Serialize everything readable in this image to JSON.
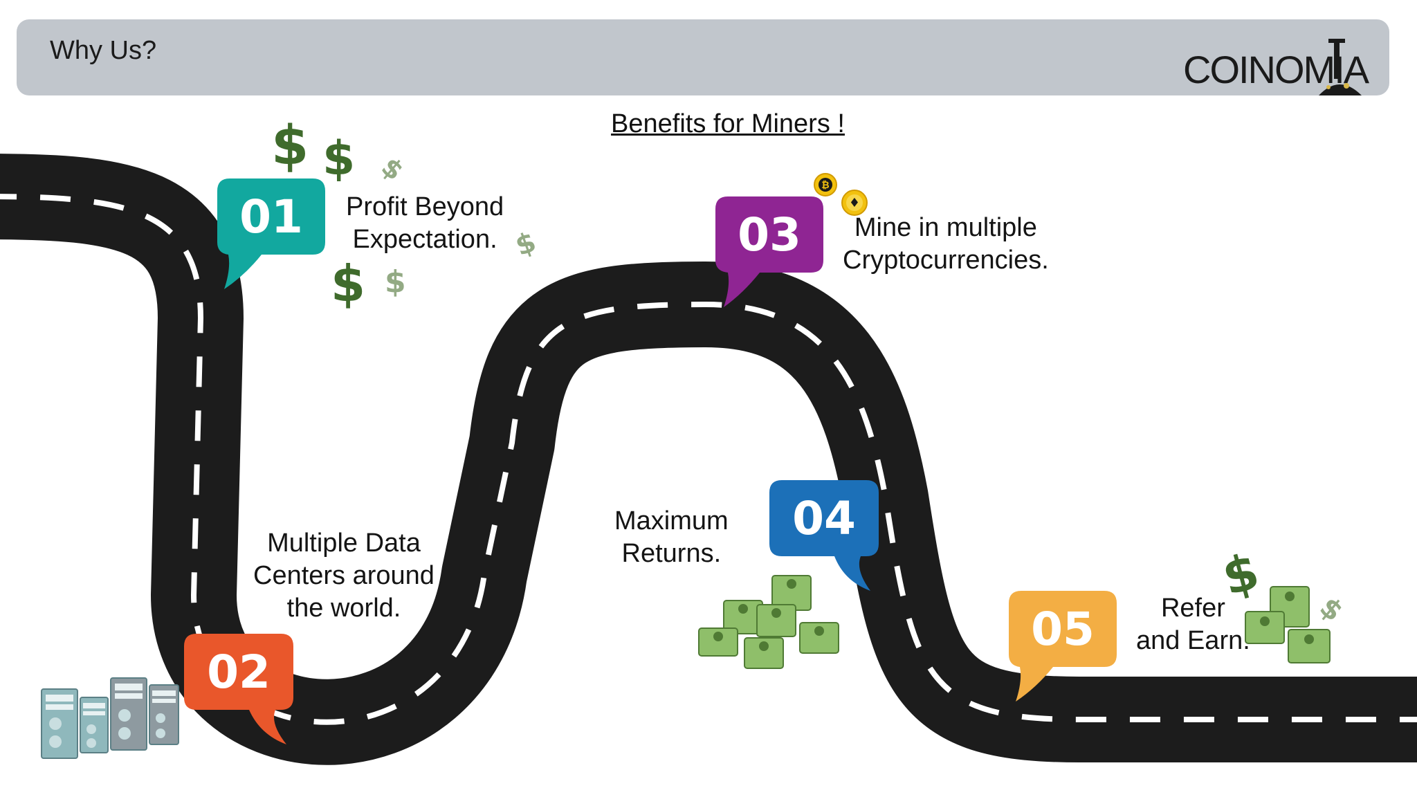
{
  "header": {
    "title": "Why Us?",
    "logo_text": "COINOMIA"
  },
  "subtitle": "Benefits for Miners !",
  "steps": [
    {
      "number": "01",
      "label": "Profit Beyond\nExpectation.",
      "color": "#12a89f"
    },
    {
      "number": "02",
      "label": "Multiple Data\nCenters around\nthe world.",
      "color": "#e9572b"
    },
    {
      "number": "03",
      "label": "Mine in multiple\nCryptocurrencies.",
      "color": "#8f2593"
    },
    {
      "number": "04",
      "label": "Maximum\nReturns.",
      "color": "#1c70b8"
    },
    {
      "number": "05",
      "label": "Refer\nand Earn.",
      "color": "#f3ae44"
    }
  ],
  "icons": {
    "dollar": "$",
    "bitcoin": "₿",
    "ethereum": "♦"
  },
  "colors": {
    "header_bg": "#c1c6cc",
    "road": "#1c1c1c",
    "road_dash": "#ffffff",
    "dollar_dark": "#3f6b2c",
    "dollar_light": "#93aa84",
    "coin_gold": "#f2c10f"
  }
}
